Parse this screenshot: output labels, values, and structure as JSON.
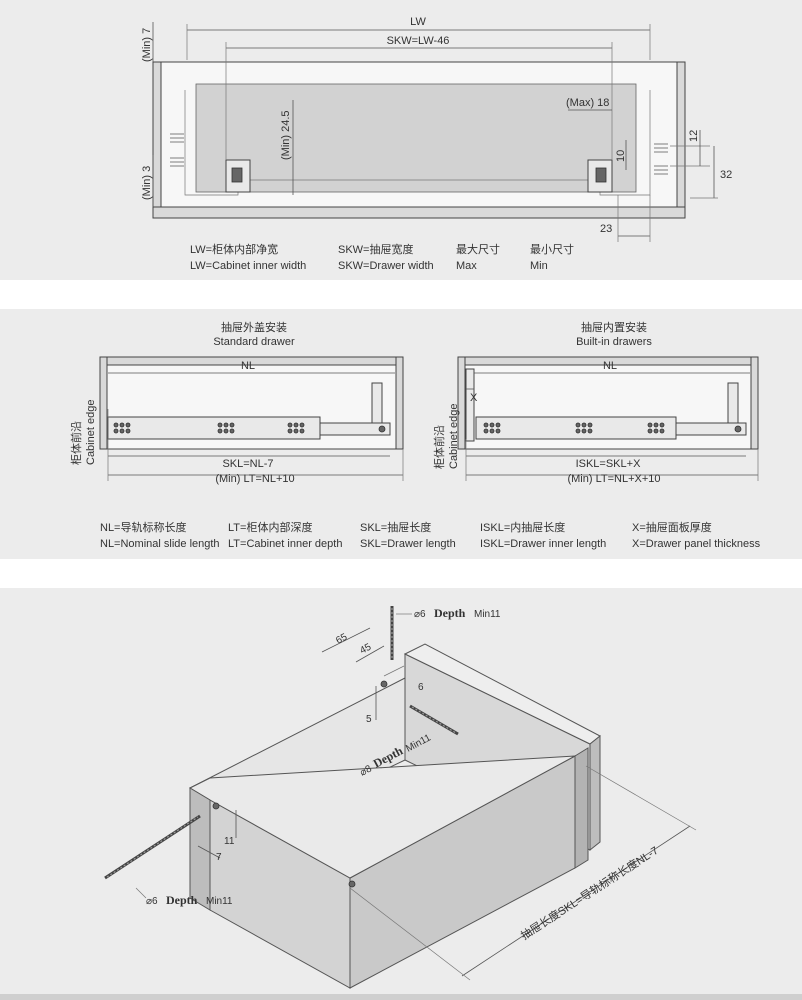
{
  "panel1": {
    "dims": {
      "lw": "LW",
      "skw": "SKW=LW-46",
      "min7": "(Min) 7",
      "min3": "(Min) 3",
      "min245": "(Min) 24.5",
      "max18": "(Max) 18",
      "d12": "12",
      "d10": "10",
      "d32": "32",
      "d23": "23"
    },
    "legend": [
      {
        "cn": "LW=柜体内部净宽",
        "en": "LW=Cabinet inner width"
      },
      {
        "cn": "SKW=抽屉宽度",
        "en": "SKW=Drawer width"
      },
      {
        "cn": "最大尺寸",
        "en": "Max"
      },
      {
        "cn": "最小尺寸",
        "en": "Min"
      }
    ]
  },
  "panel2": {
    "left": {
      "title_cn": "抽屉外盖安装",
      "title_en": "Standard drawer",
      "nl": "NL",
      "skl": "SKL=NL-7",
      "lt": "(Min) LT=NL+10",
      "edge_cn": "柜体前沿",
      "edge_en": "Cabinet edge"
    },
    "right": {
      "title_cn": "抽屉内置安装",
      "title_en": "Built-in drawers",
      "nl": "NL",
      "x": "X",
      "skl": "ISKL=SKL+X",
      "lt": "(Min) LT=NL+X+10",
      "edge_cn": "柜体前沿",
      "edge_en": "Cabinet edge"
    },
    "legend": [
      {
        "cn": "NL=导轨标称长度",
        "en": "NL=Nominal slide length"
      },
      {
        "cn": "LT=柜体内部深度",
        "en": "LT=Cabinet inner depth"
      },
      {
        "cn": "SKL=抽屉长度",
        "en": "SKL=Drawer length"
      },
      {
        "cn": "ISKL=内抽屉长度",
        "en": "ISKL=Drawer inner length"
      },
      {
        "cn": "X=抽屉面板厚度",
        "en": "X=Drawer panel thickness"
      }
    ]
  },
  "panel3": {
    "drill_top": {
      "dia": "⌀6",
      "word": "Depth",
      "min": "Min11"
    },
    "drill_mid": {
      "dia": "⌀8",
      "word": "Depth",
      "min": "Min11"
    },
    "drill_bot": {
      "dia": "⌀6",
      "word": "Depth",
      "min": "Min11"
    },
    "d65": "65",
    "d45": "45",
    "d6": "6",
    "d5": "5",
    "d11": "11",
    "d7": "7",
    "length": "抽屉长度SKL=导轨标称长度NL-7"
  }
}
